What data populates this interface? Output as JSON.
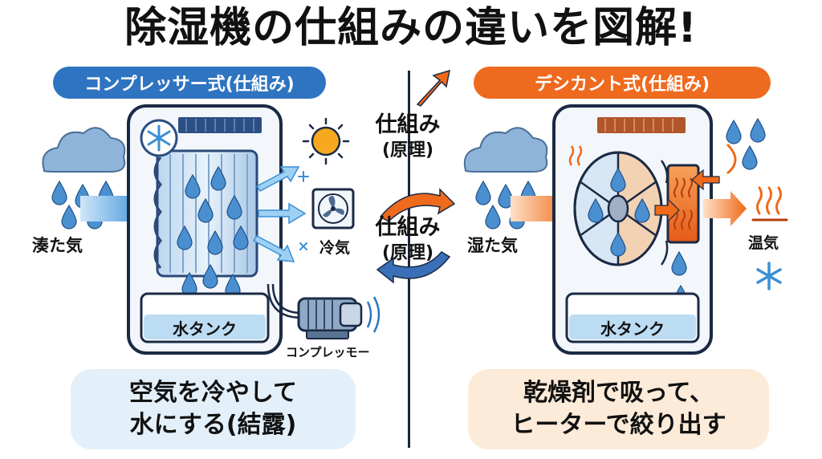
{
  "title": "除湿機の仕組みの違いを図解!",
  "compressor": {
    "header": "コンプレッサー式(仕組み)",
    "humid_air_label": "湊た気",
    "cool_air_label": "冷気",
    "tank_label": "水タンク",
    "motor_label": "コンプレッモー",
    "caption_line1": "空気を冷やして",
    "caption_line2": "水にする(結露)"
  },
  "mechanism": {
    "top_title": "仕組み",
    "top_sub": "(原理)",
    "bottom_title": "仕組み",
    "bottom_sub": "(原理)"
  },
  "desiccant": {
    "header": "デシカント式(仕組み)",
    "humid_air_label": "湿た気",
    "warm_air_label": "温気",
    "tank_label": "水タンク",
    "caption_line1": "乾燥剤で吸って、",
    "caption_line2": "ヒーターで絞り出す"
  },
  "colors": {
    "blue_accent": "#2f74c0",
    "orange_accent": "#ee6a1f",
    "ice_blue": "#e3f0fa",
    "warm_beige": "#fdebd9"
  },
  "icons": [
    "rain-cloud-icon",
    "snowflake-icon",
    "sun-icon",
    "fan-icon",
    "motor-icon",
    "heat-waves-icon",
    "water-drop-icon",
    "desiccant-wheel-icon",
    "heater-icon"
  ]
}
